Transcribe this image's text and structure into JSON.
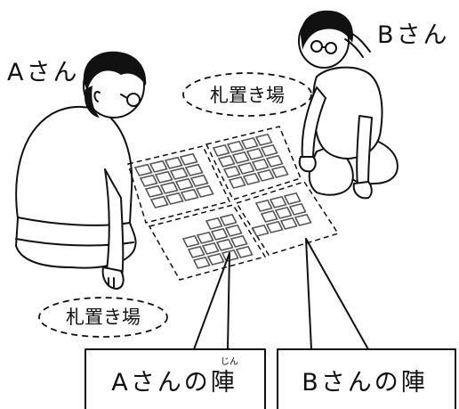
{
  "labels": {
    "player_a": "Aさん",
    "player_b": "Bさん",
    "card_area_top": "札置き場",
    "card_area_bottom": "札置き場",
    "territory_a": "Aさんの陣",
    "territory_a_ruby": "じん",
    "territory_b": "Bさんの陣"
  }
}
